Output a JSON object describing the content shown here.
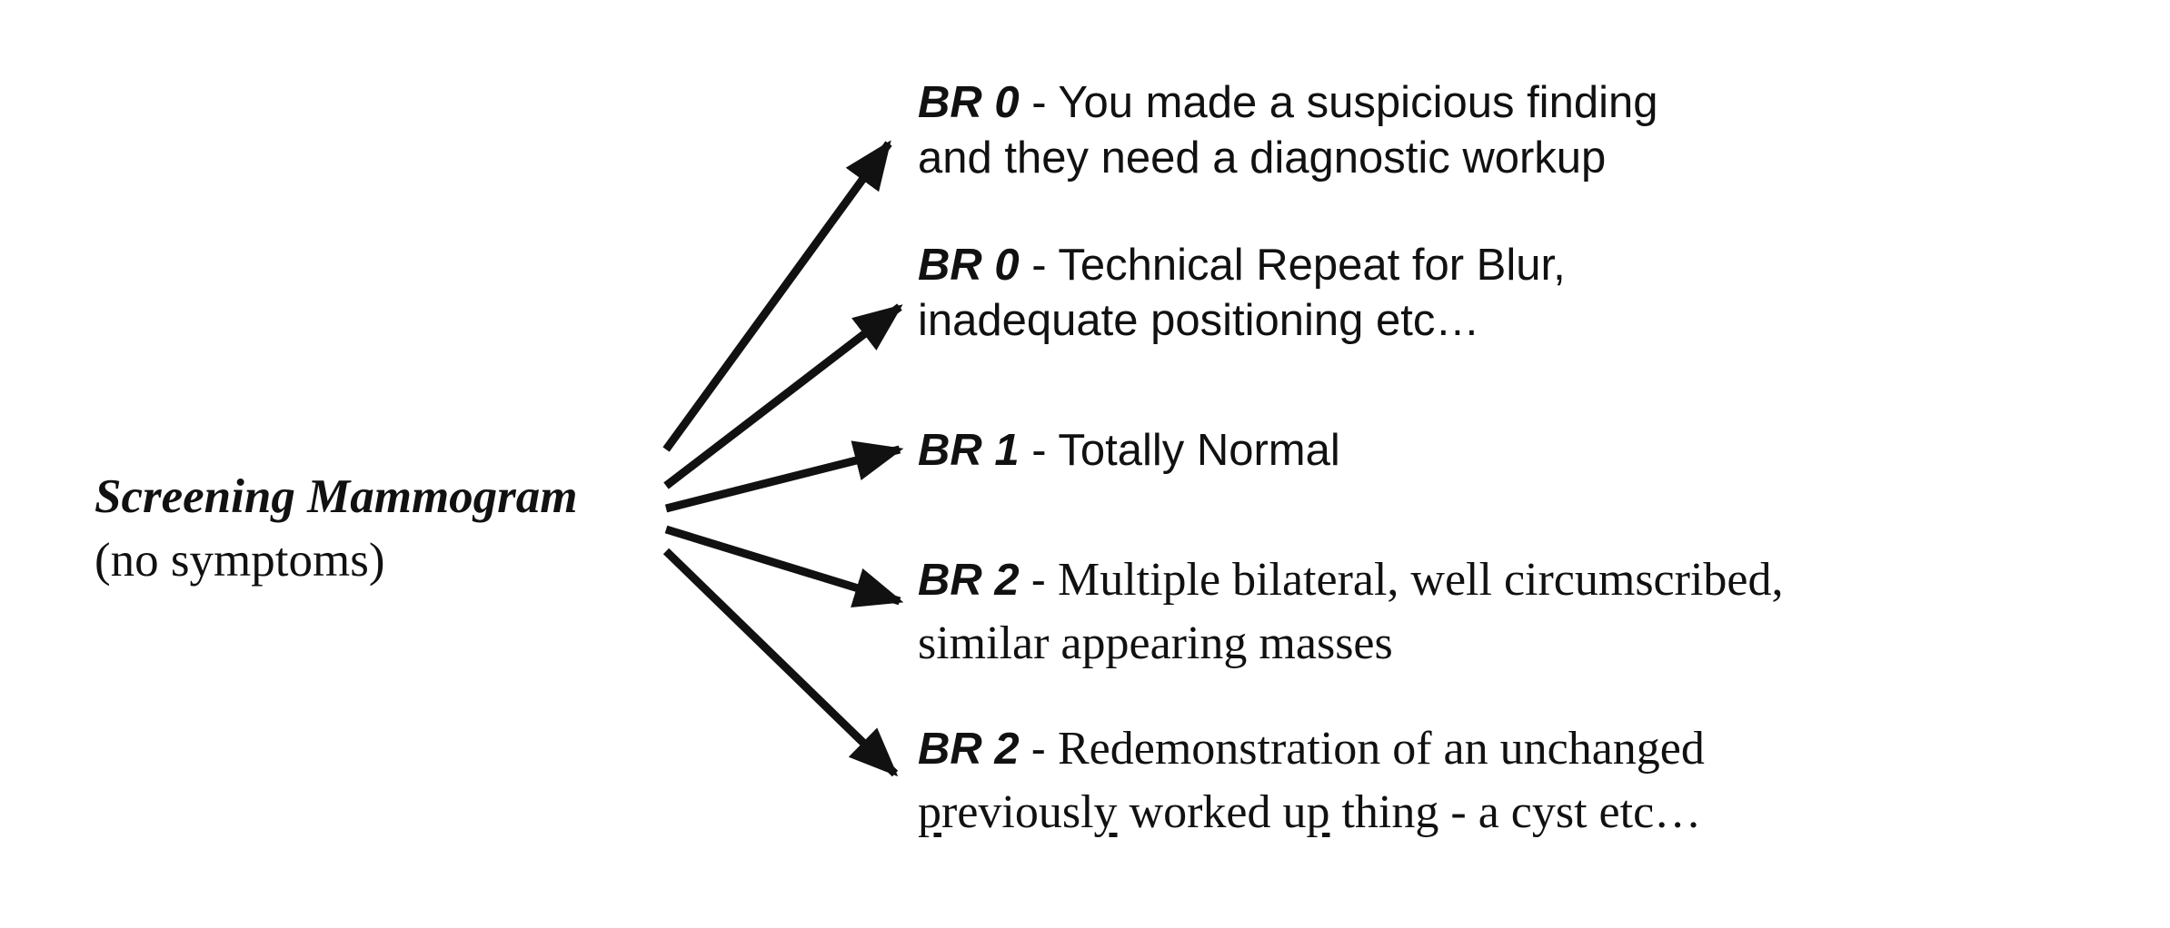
{
  "source": {
    "title": "Screening Mammogram",
    "subtitle": "(no symptoms)"
  },
  "separator": "-",
  "outcomes": [
    {
      "code": "BR 0",
      "lines": [
        [
          {
            "t": " You made a suspicious finding"
          }
        ],
        [
          {
            "t": "and they need a diagnostic workup"
          }
        ]
      ]
    },
    {
      "code": "BR 0",
      "lines": [
        [
          {
            "t": " Technical Repeat for Blur,"
          }
        ],
        [
          {
            "t": "inadequate positioning etc…"
          }
        ]
      ]
    },
    {
      "code": "BR 1",
      "lines": [
        [
          {
            "t": " Totally Normal"
          }
        ]
      ]
    },
    {
      "code": "BR 2",
      "lines": [
        [
          {
            "t": " Multiple bilateral, well circumscribed,"
          }
        ],
        [
          {
            "t": "similar appearing masses"
          }
        ]
      ]
    },
    {
      "code": "BR 2",
      "lines": [
        [
          {
            "t": " Redemonstration of an unchanged"
          }
        ],
        [
          {
            "t": "p",
            "u": true
          },
          {
            "t": "reviousl"
          },
          {
            "t": "y",
            "u": true
          },
          {
            "t": " worked u"
          },
          {
            "t": "p",
            "u": true
          },
          {
            "t": " thing - a cyst etc…"
          }
        ]
      ]
    }
  ]
}
